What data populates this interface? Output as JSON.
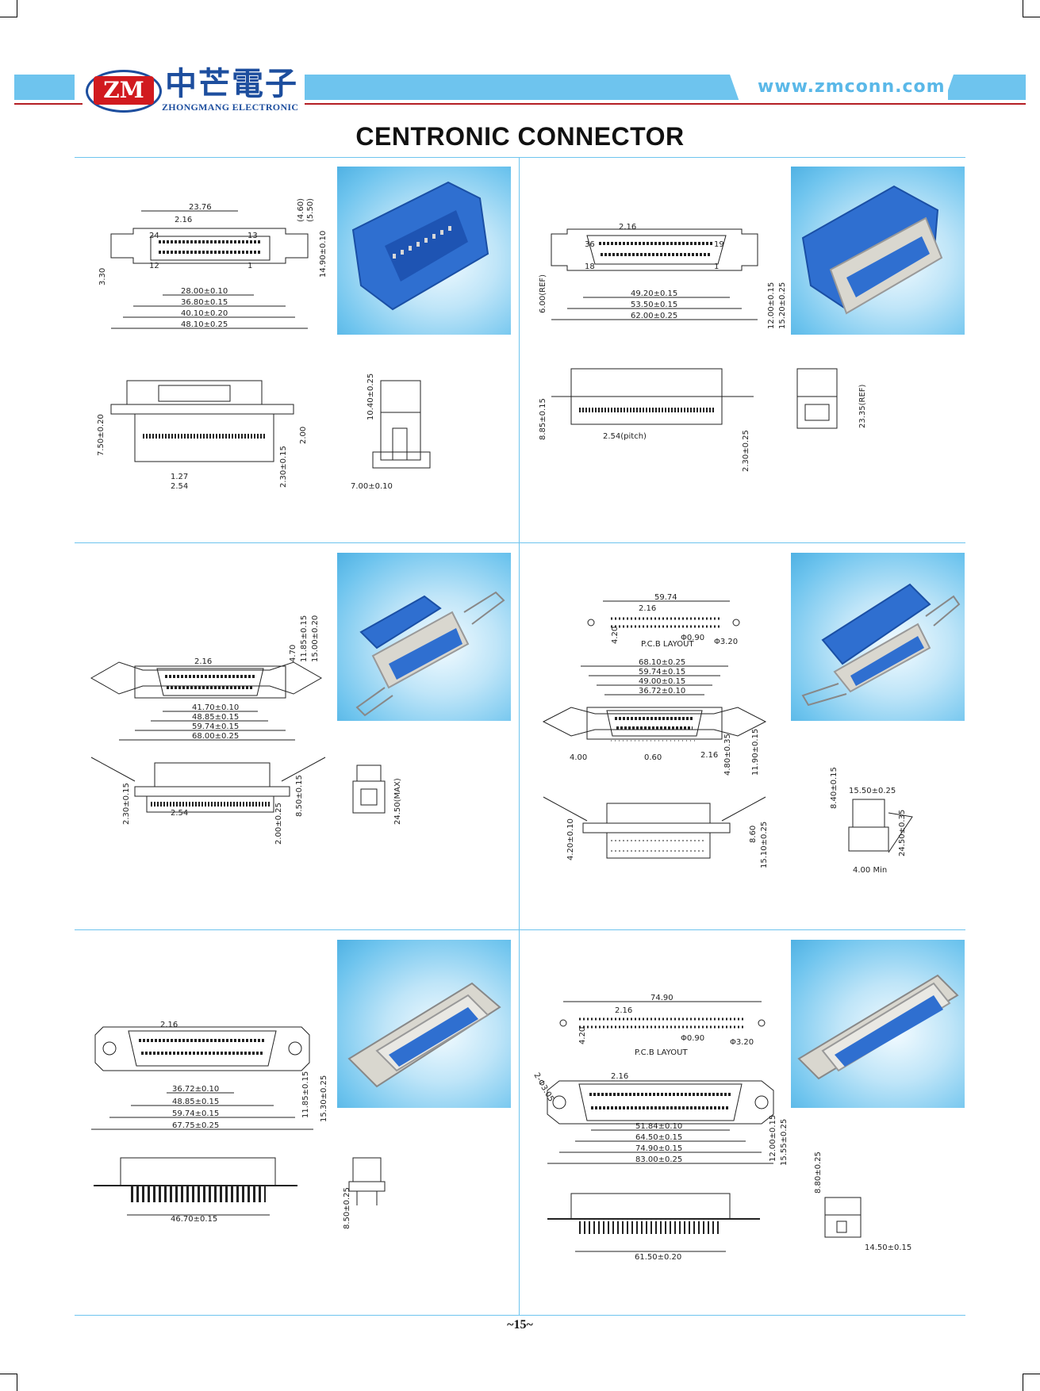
{
  "header": {
    "logo_mark": "ZM",
    "logo_chinese": "中芒電子",
    "logo_english": "ZHONGMANG ELECTRONIC",
    "website": "www.zmconn.com",
    "title": "CENTRONIC CONNECTOR"
  },
  "panels": [
    {
      "front_view": {
        "top_dims": [
          "23.76",
          "2.16"
        ],
        "side_dims": [
          "(4.60)",
          "(5.50)",
          "14.90±0.10",
          "3.30"
        ],
        "pin_labels": [
          "24",
          "13",
          "12",
          "1"
        ],
        "bottom_dims": [
          "28.00±0.10",
          "36.80±0.15",
          "40.10±0.20",
          "48.10±0.25"
        ]
      },
      "side_view": {
        "dims": [
          "7.50±0.20",
          "2.00",
          "2.30±0.15",
          "1.27",
          "2.54"
        ]
      },
      "end_view": {
        "dims": [
          "10.40±0.25",
          "7.00±0.10"
        ]
      }
    },
    {
      "front_view": {
        "top_dims": [
          "2.16"
        ],
        "pin_labels": [
          "36",
          "19",
          "18",
          "1"
        ],
        "side_dims": [
          "6.00(REF)",
          "12.00±0.15",
          "15.20±0.25"
        ],
        "bottom_dims": [
          "49.20±0.15",
          "53.50±0.15",
          "62.00±0.25"
        ]
      },
      "side_view": {
        "dims": [
          "8.85±0.15",
          "2.54(pitch)",
          "2.30±0.25"
        ]
      },
      "end_view": {
        "dims": [
          "23.35(REF)"
        ]
      }
    },
    {
      "front_view": {
        "top_dims": [
          "2.16"
        ],
        "side_dims": [
          "4.70",
          "11.85±0.15",
          "15.00±0.20"
        ],
        "bottom_dims": [
          "41.70±0.10",
          "48.85±0.15",
          "59.74±0.15",
          "68.00±0.25"
        ]
      },
      "side_view": {
        "dims": [
          "2.30±0.15",
          "2.54",
          "8.50±0.15",
          "2.00±0.25"
        ]
      },
      "end_view": {
        "dims": [
          "24.50(MAX)"
        ]
      }
    },
    {
      "pcb_layout": {
        "dims": [
          "59.74",
          "2.16",
          "4.20",
          "Φ0.90",
          "Φ3.20"
        ],
        "label": "P.C.B LAYOUT"
      },
      "front_view": {
        "top_dims": [
          "68.10±0.25",
          "59.74±0.15",
          "49.00±0.15",
          "36.72±0.10"
        ],
        "bottom_dims": [
          "4.00",
          "0.60",
          "2.16",
          "4.80±0.35",
          "11.90±0.15"
        ]
      },
      "side_view": {
        "dims": [
          "4.20±0.10",
          "8.60",
          "15.10±0.25"
        ]
      },
      "end_view": {
        "dims": [
          "8.40±0.15",
          "15.50±0.25",
          "24.50±0.35",
          "4.00 Min"
        ]
      }
    },
    {
      "front_view": {
        "top_dims": [
          "2.16"
        ],
        "side_dims": [
          "11.85±0.15",
          "15.30±0.25"
        ],
        "bottom_dims": [
          "36.72±0.10",
          "48.85±0.15",
          "59.74±0.15",
          "67.75±0.25"
        ]
      },
      "side_view": {
        "dims": [
          "46.70±0.15"
        ]
      },
      "end_view": {
        "dims": [
          "8.50±0.25"
        ]
      }
    },
    {
      "pcb_layout": {
        "dims": [
          "74.90",
          "2.16",
          "4.20",
          "Φ0.90",
          "Φ3.20"
        ],
        "label": "P.C.B LAYOUT"
      },
      "front_view": {
        "top_dims": [
          "2.16",
          "2-Φ3.05"
        ],
        "side_dims": [
          "12.00±0.15",
          "15.55±0.25"
        ],
        "bottom_dims": [
          "51.84±0.10",
          "64.50±0.15",
          "74.90±0.15",
          "83.00±0.25"
        ]
      },
      "side_view": {
        "dims": [
          "61.50±0.20"
        ]
      },
      "end_view": {
        "dims": [
          "8.80±0.25",
          "14.50±0.15"
        ]
      }
    }
  ],
  "footer": {
    "page_number": "~15~"
  },
  "colors": {
    "accent": "#6ec4ee",
    "brand_blue": "#1d4e9e",
    "brand_red": "#d11a1f",
    "rule_red": "#b41f24",
    "connector_blue": "#2f6fd0"
  }
}
